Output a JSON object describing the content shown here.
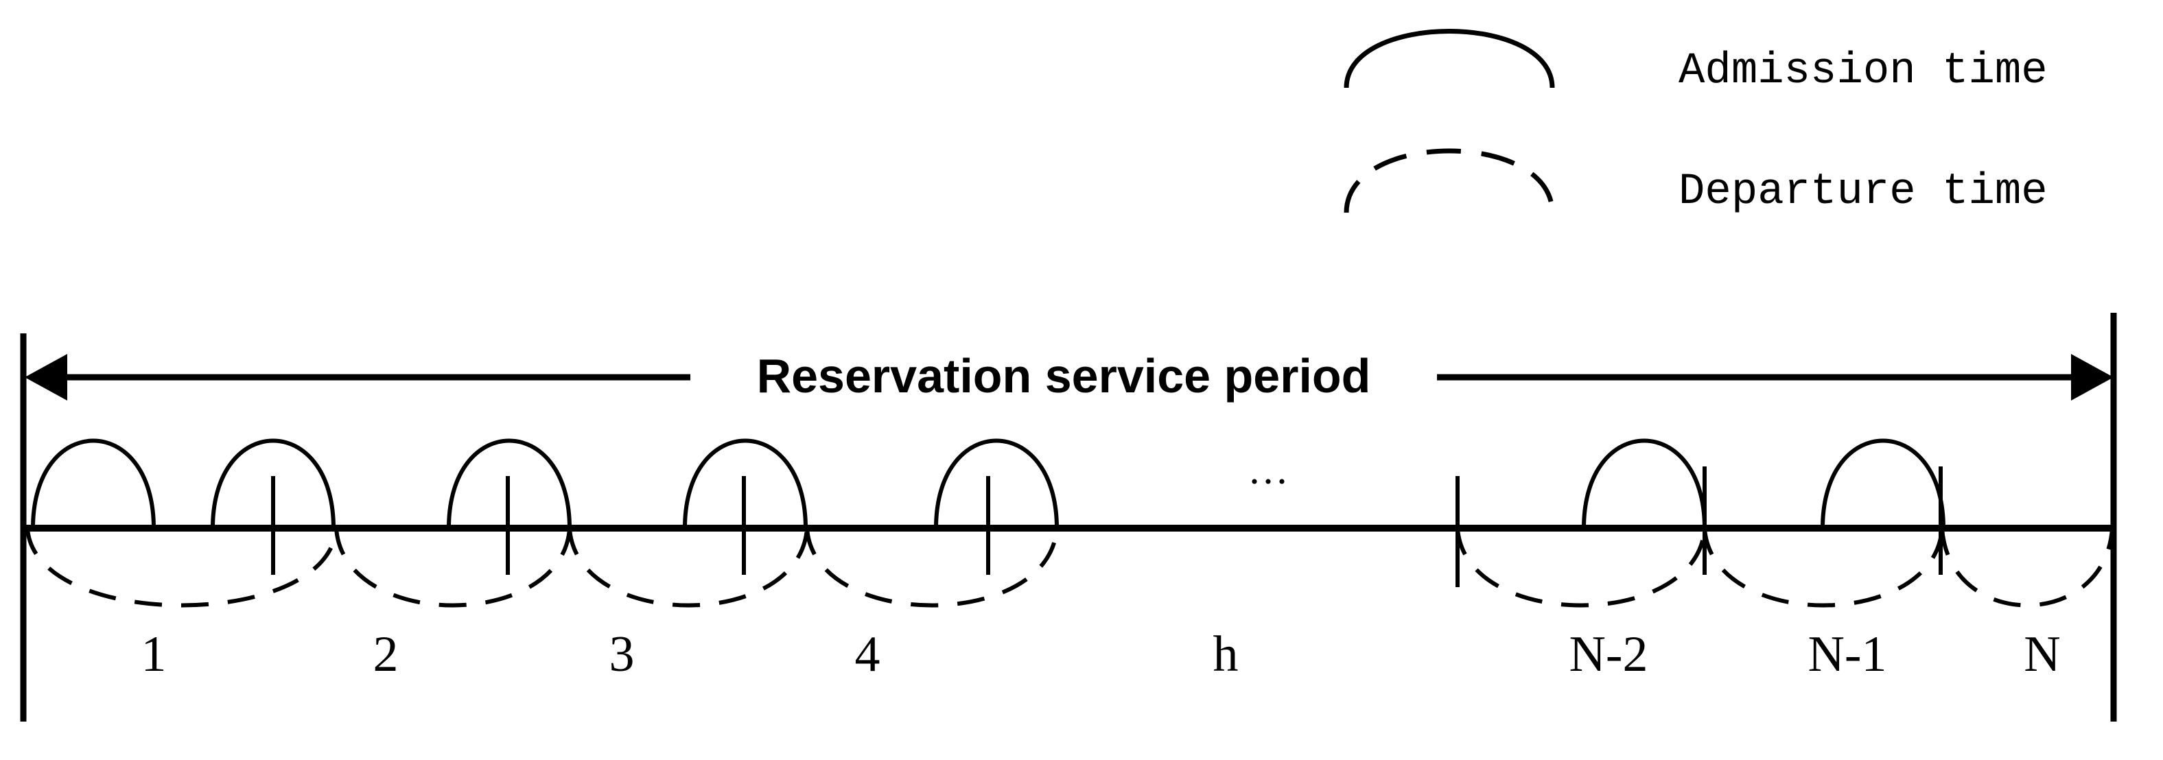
{
  "legend": {
    "admission_label": "Admission time",
    "departure_label": "Departure time"
  },
  "period_label": "Reservation service period",
  "ellipsis": "···",
  "slot_labels": [
    "1",
    "2",
    "3",
    "4",
    "h",
    "N-2",
    "N-1",
    "N"
  ]
}
